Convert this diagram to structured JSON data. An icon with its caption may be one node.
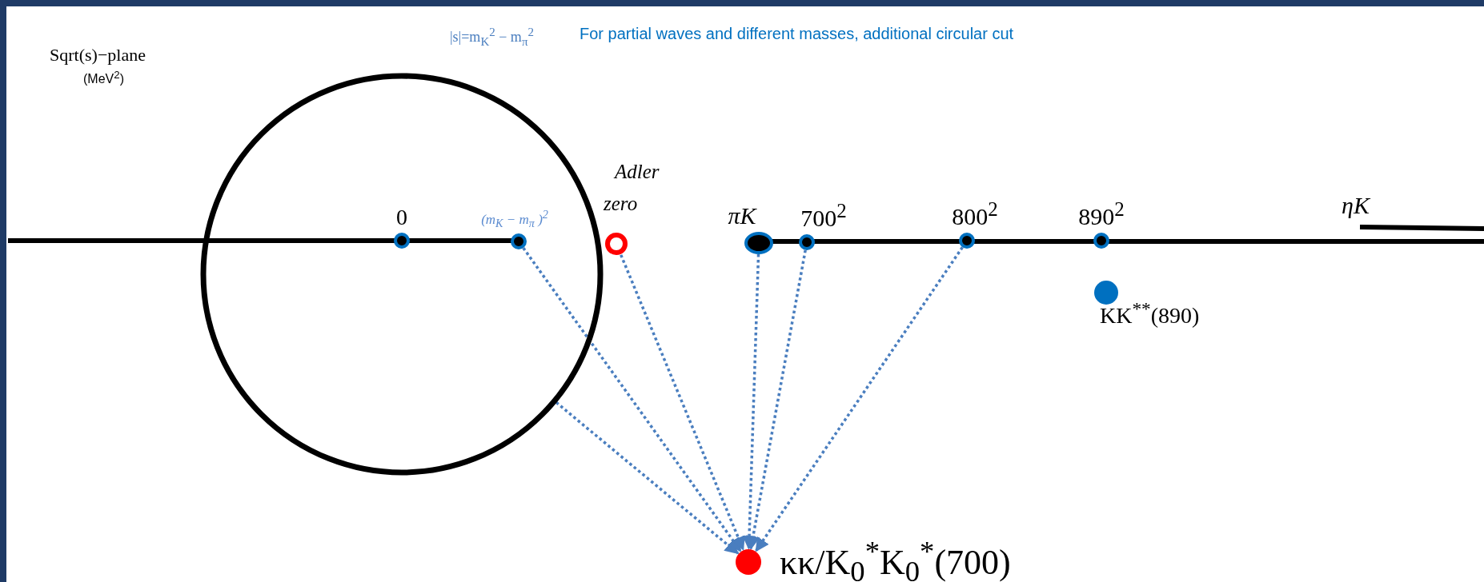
{
  "diagram": {
    "nodes": [
      {
        "text": [],
        "shape": "circle"
      },
      {
        "text": [
          "0"
        ],
        "in": 0
      },
      {
        "text": [
          "(m$_{K}$ − m$_{π}$ )$^{2}$"
        ],
        "in": 0
      },
      {
        "text": [
          "Adler zero"
        ]
      },
      {
        "text": [
          "πK"
        ]
      },
      {
        "text": [
          "700$^{2}$"
        ]
      },
      {
        "text": [
          "800$^{2}$"
        ]
      },
      {
        "text": [
          "890$^{2}$"
        ]
      },
      {
        "text": [
          "KK$^{**}$(890)"
        ]
      },
      {
        "text": [
          "κκ/K$_{0}$$^{*}$K$_{0}$$^{*}$(700)"
        ]
      }
    ],
    "edges": [
      {
        "from": 0,
        "to": 9,
        "arrow": "to"
      },
      {
        "from": 2,
        "to": 9,
        "arrow": "to"
      },
      {
        "from": 3,
        "to": 9,
        "arrow": "to"
      },
      {
        "from": 4,
        "to": 9,
        "arrow": "to"
      },
      {
        "from": 5,
        "to": 9,
        "arrow": "to"
      },
      {
        "from": 6,
        "to": 9,
        "arrow": "to"
      }
    ],
    "labels": [
      "Sqrt(s)−plane",
      "(MeV$^{2}$)",
      "|s|=m$_{K}$$^{2}$ − m$_{π}$$^{2}$",
      "For partial waves and different masses, additional circular cut",
      "ηK"
    ]
  }
}
